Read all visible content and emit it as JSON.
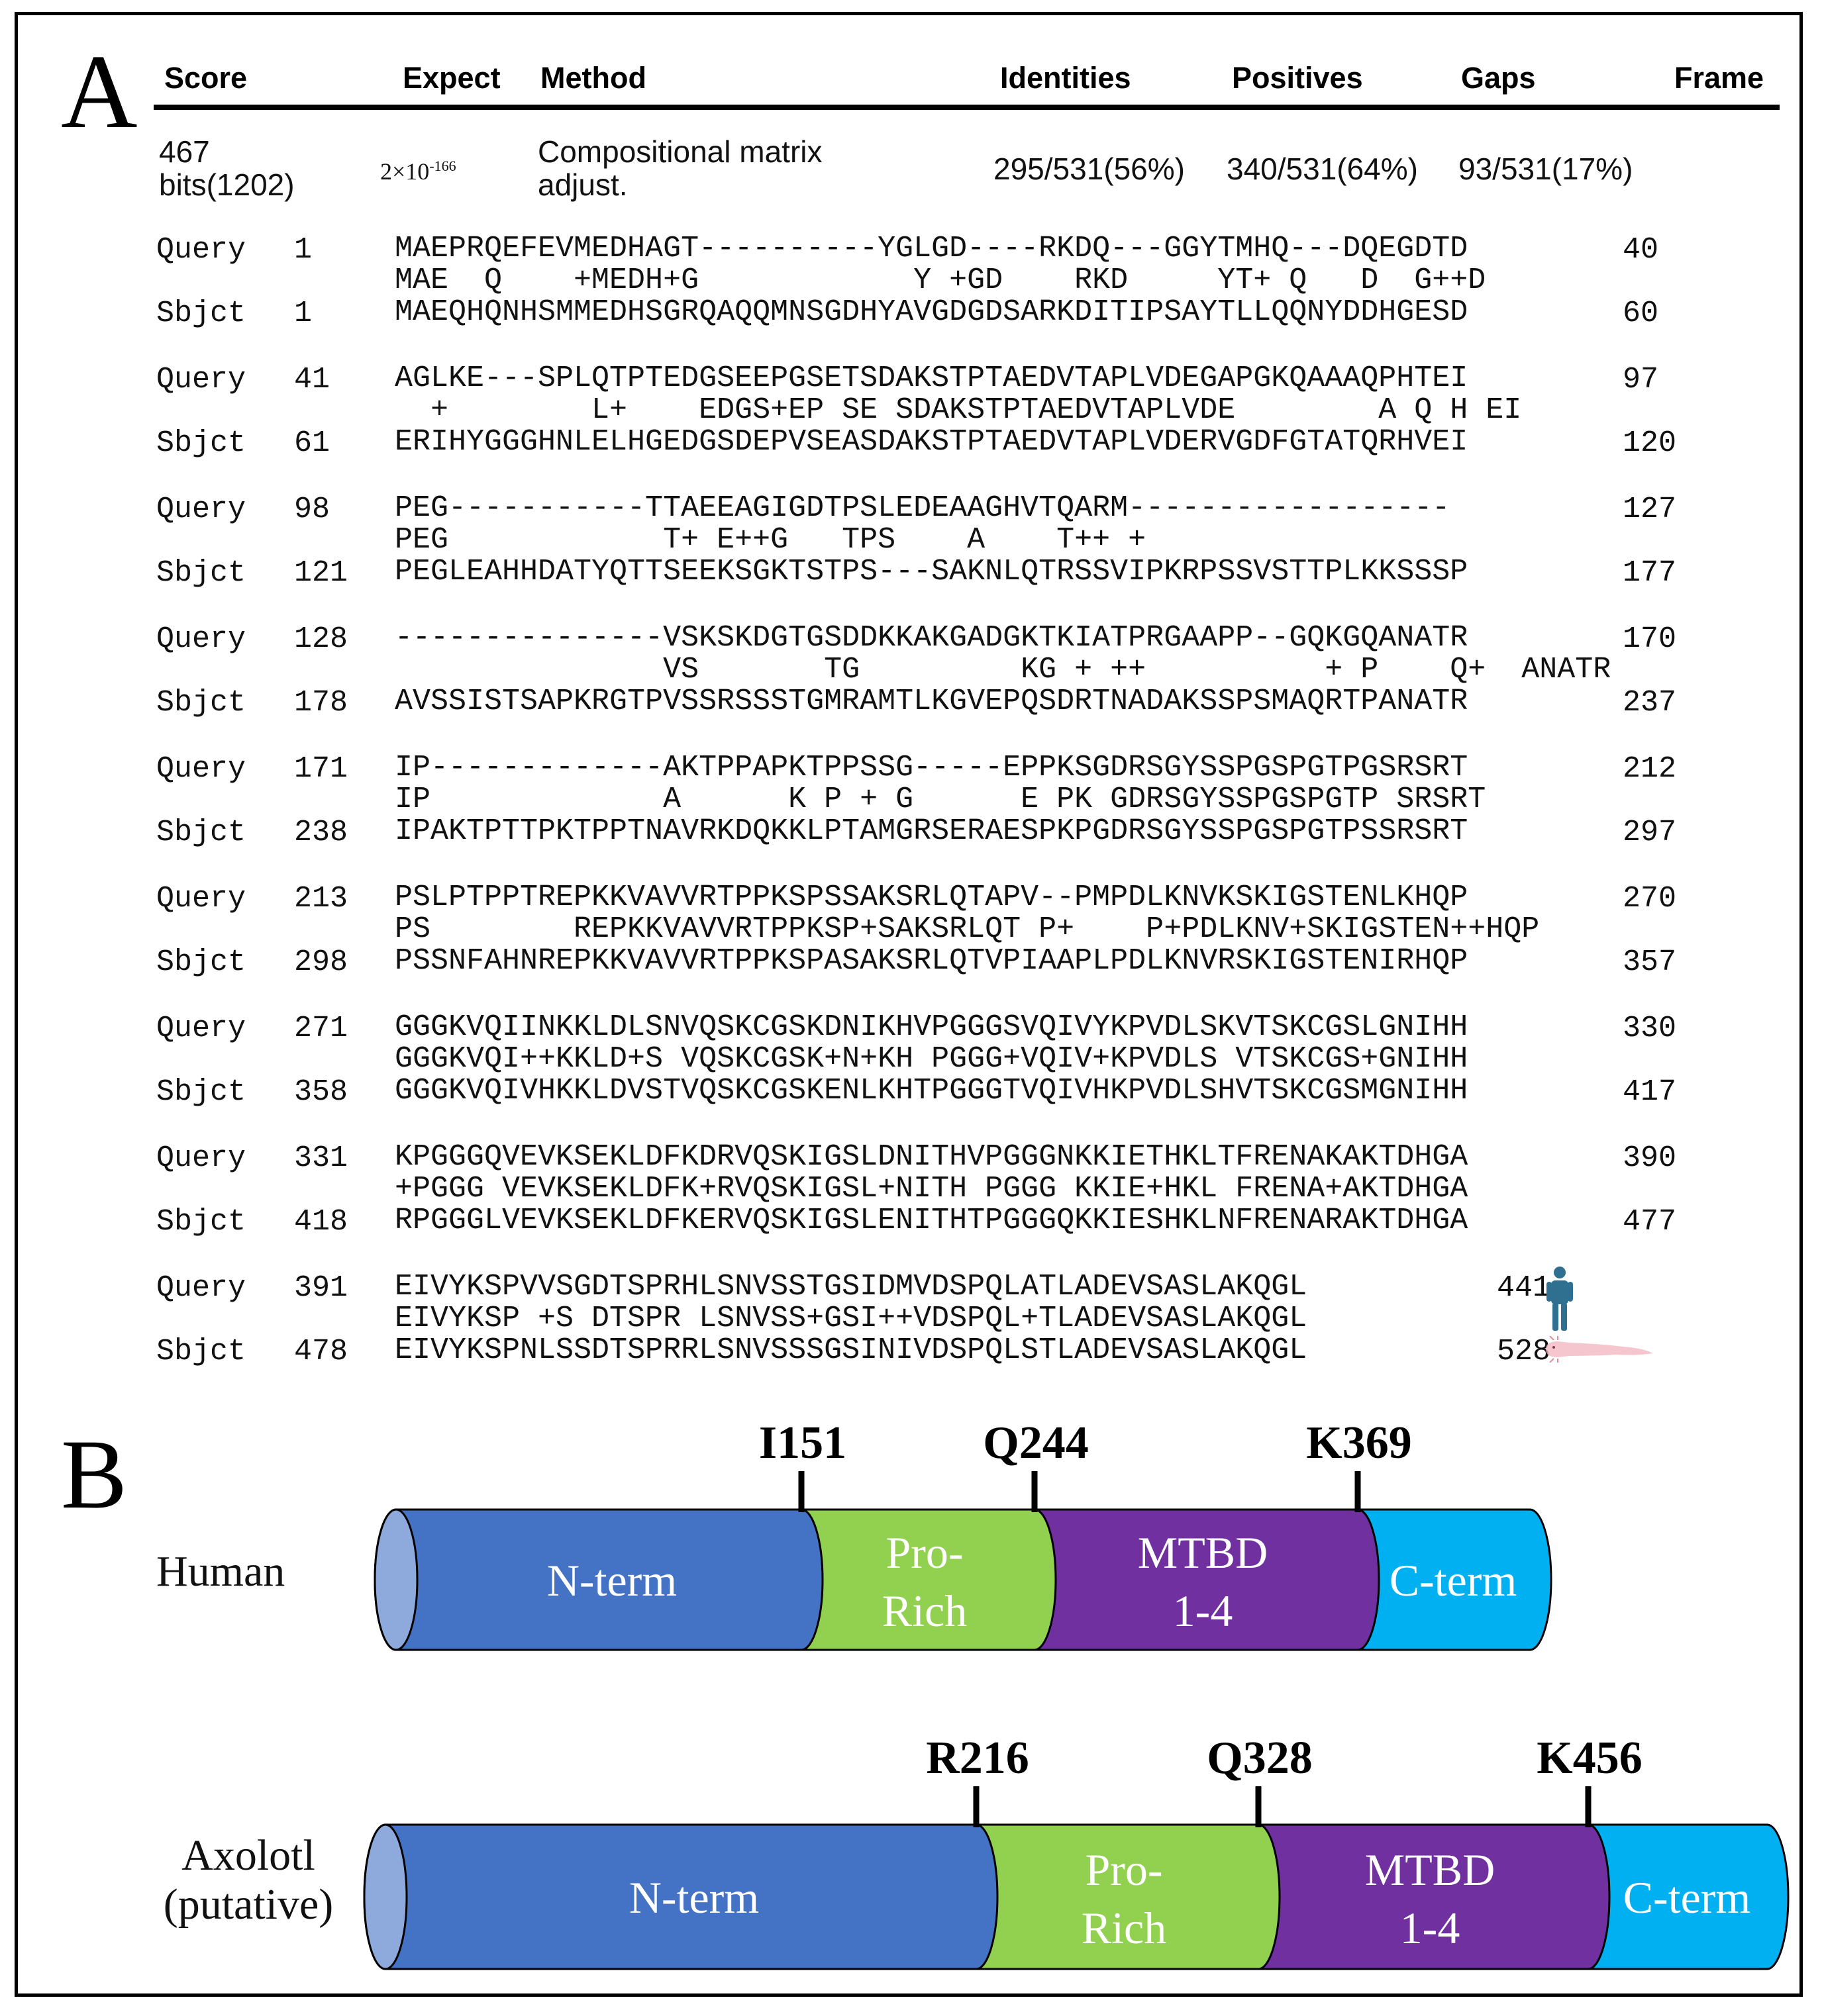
{
  "panel_a": {
    "letter": "A",
    "headers": {
      "score": "Score",
      "expect": "Expect",
      "method": "Method",
      "identities": "Identities",
      "positives": "Positives",
      "gaps": "Gaps",
      "frame": "Frame"
    },
    "stats": {
      "score_line1": "467",
      "score_line2": "bits(1202)",
      "expect_base": "2×10",
      "expect_exp": "-166",
      "method_line1": "Compositional matrix",
      "method_line2": "adjust.",
      "identities": "295/531(56%)",
      "positives": "340/531(64%)",
      "gaps": "93/531(17%)"
    },
    "blocks": [
      {
        "query_label": "Query",
        "query_start": "1",
        "query": "MAEPRQEFEVMEDHAGT----------YGLGD----RKDQ---GGYTMHQ---DQEGDTD",
        "query_end": "40",
        "match": "MAE  Q    +MEDH+G            Y +GD    RKD     YT+ Q   D  G++D",
        "sbjct_label": "Sbjct",
        "sbjct_start": "1",
        "sbjct": "MAEQHQNHSMMEDHSGRQAQQMNSGDHYAVGDGDSARKDITIPSAYTLLQQNYDDHGESD",
        "sbjct_end": "60"
      },
      {
        "query_label": "Query",
        "query_start": "41",
        "query": "AGLKE---SPLQTPTEDGSEEPGSETSDAKSTPTAEDVTAPLVDEGAPGKQAAAQPHTEI",
        "query_end": "97",
        "match": "  +        L+    EDGS+EP SE SDAKSTPTAEDVTAPLVDE        A Q H EI",
        "sbjct_label": "Sbjct",
        "sbjct_start": "61",
        "sbjct": "ERIHYGGGHNLELHGEDGSDEPVSEASDAKSTPTAEDVTAPLVDERVGDFGTATQRHVEI",
        "sbjct_end": "120"
      },
      {
        "query_label": "Query",
        "query_start": "98",
        "query": "PEG-----------TTAEEAGIGDTPSLEDEAAGHVTQARM------------------",
        "query_end": "127",
        "match": "PEG            T+ E++G   TPS    A    T++ +",
        "sbjct_label": "Sbjct",
        "sbjct_start": "121",
        "sbjct": "PEGLEAHHDATYQTTSEEKSGKTSTPS---SAKNLQTRSSVIPKRPSSVSTTPLKKSSSP",
        "sbjct_end": "177"
      },
      {
        "query_label": "Query",
        "query_start": "128",
        "query": "---------------VSKSKDGTGSDDKKAKGADGKTKIATPRGAAPP--GQKGQANATR",
        "query_end": "170",
        "match": "               VS       TG         KG + ++          + P    Q+  ANATR",
        "sbjct_label": "Sbjct",
        "sbjct_start": "178",
        "sbjct": "AVSSISTSAPKRGTPVSSRSSSTGMRAMTLKGVEPQSDRTNADAKSSPSMAQRTPANATR",
        "sbjct_end": "237"
      },
      {
        "query_label": "Query",
        "query_start": "171",
        "query": "IP-------------AKTPPAPKTPPSSG-----EPPKSGDRSGYSSPGSPGTPGSRSRT",
        "query_end": "212",
        "match": "IP             A      K P + G      E PK GDRSGYSSPGSPGTP SRSRT",
        "sbjct_label": "Sbjct",
        "sbjct_start": "238",
        "sbjct": "IPAKTPTTPKTPPTNAVRKDQKKLPTAMGRSERAESPKPGDRSGYSSPGSPGTPSSRSRT",
        "sbjct_end": "297"
      },
      {
        "query_label": "Query",
        "query_start": "213",
        "query": "PSLPTPPTREPKKVAVVRTPPKSPSSAKSRLQTAPV--PMPDLKNVKSKIGSTENLKHQP",
        "query_end": "270",
        "match": "PS        REPKKVAVVRTPPKSP+SAKSRLQT P+    P+PDLKNV+SKIGSTEN++HQP",
        "sbjct_label": "Sbjct",
        "sbjct_start": "298",
        "sbjct": "PSSNFAHNREPKKVAVVRTPPKSPASAKSRLQTVPIAAPLPDLKNVRSKIGSTENIRHQP",
        "sbjct_end": "357"
      },
      {
        "query_label": "Query",
        "query_start": "271",
        "query": "GGGKVQIINKKLDLSNVQSKCGSKDNIKHVPGGGSVQIVYKPVDLSKVTSKCGSLGNIHH",
        "query_end": "330",
        "match": "GGGKVQI++KKLD+S VQSKCGSK+N+KH PGGG+VQIV+KPVDLS VTSKCGS+GNIHH",
        "sbjct_label": "Sbjct",
        "sbjct_start": "358",
        "sbjct": "GGGKVQIVHKKLDVSTVQSKCGSKENLKHTPGGGTVQIVHKPVDLSHVTSKCGSMGNIHH",
        "sbjct_end": "417"
      },
      {
        "query_label": "Query",
        "query_start": "331",
        "query": "KPGGGQVEVKSEKLDFKDRVQSKIGSLDNITHVPGGGNKKIETHKLTFRENAKAKTDHGA",
        "query_end": "390",
        "match": "+PGGG VEVKSEKLDFK+RVQSKIGSL+NITH PGGG KKIE+HKL FRENA+AKTDHGA",
        "sbjct_label": "Sbjct",
        "sbjct_start": "418",
        "sbjct": "RPGGGLVEVKSEKLDFKERVQSKIGSLENITHTPGGGQKKIESHKLNFRENARAKTDHGA",
        "sbjct_end": "477"
      },
      {
        "query_label": "Query",
        "query_start": "391",
        "query": "EIVYKSPVVSGDTSPRHLSNVSSTGSIDMVDSPQLATLADEVSASLAKQGL",
        "query_end": "441",
        "match": "EIVYKSP +S DTSPR LSNVSS+GSI++VDSPQL+TLADEVSASLAKQGL",
        "sbjct_label": "Sbjct",
        "sbjct_start": "478",
        "sbjct": "EIVYKSPNLSSDTSPRRLSNVSSSGSINIVDSPQLSTLADEVSASLAKQGL",
        "sbjct_end": "528"
      }
    ],
    "icons": [
      "human-icon",
      "axolotl-icon"
    ]
  },
  "panel_b": {
    "letter": "B",
    "colors": {
      "n_term": "#4472C4",
      "cap": "#8EA9DB",
      "pro_rich": "#92D050",
      "mtbd": "#7030A0",
      "c_term": "#00B0F0"
    },
    "proteins": [
      {
        "label_lines": [
          "Human"
        ],
        "segments": [
          "N-term",
          "Pro-\nRich",
          "MTBD\n1-4",
          "C-term"
        ],
        "markers": [
          "I151",
          "Q244",
          "K369"
        ]
      },
      {
        "label_lines": [
          "Axolotl",
          "(putative)"
        ],
        "segments": [
          "N-term",
          "Pro-\nRich",
          "MTBD\n1-4",
          "C-term"
        ],
        "markers": [
          "R216",
          "Q328",
          "K456"
        ]
      }
    ]
  }
}
